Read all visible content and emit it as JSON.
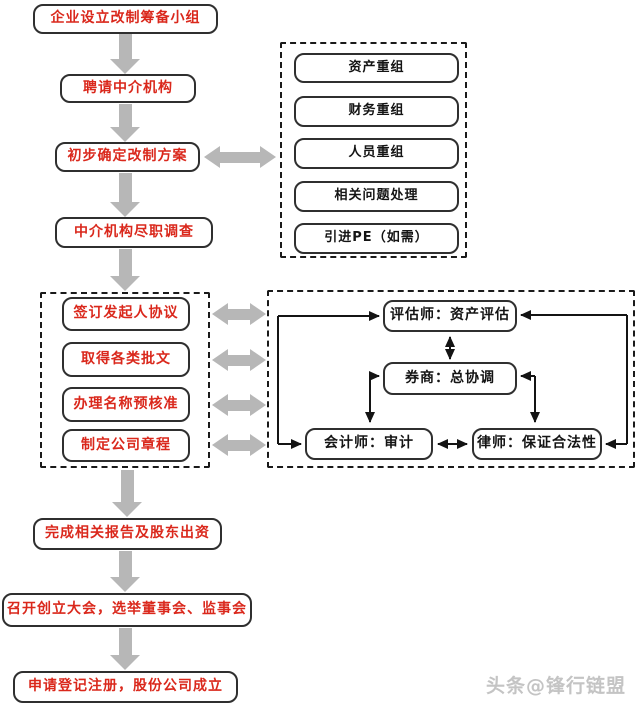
{
  "colors": {
    "red-text": "#da281c",
    "box-border": "#2f2f2f",
    "arrow-gray": "#b7b7b7",
    "line-black": "#141414",
    "watermark-gray": "#c4c4c4"
  },
  "flow_steps": {
    "preparation_group": "企业设立改制筹备小组",
    "hire_intermediary": "聘请中介机构",
    "draft_plan": "初步确定改制方案",
    "due_diligence": "中介机构尽职调查",
    "reports_funding": "完成相关报告及股东出资",
    "founding_meeting": "召开创立大会，选举董事会、监事会",
    "registration": "申请登记注册，股份公司成立"
  },
  "restructuring_panel": {
    "items": [
      "资产重组",
      "财务重组",
      "人员重组",
      "相关问题处理",
      "引进PE（如需）"
    ]
  },
  "preparation_panel": {
    "items": [
      "签订发起人协议",
      "取得各类批文",
      "办理名称预核准",
      "制定公司章程"
    ]
  },
  "intermediary_panel": {
    "appraiser": "评估师：资产评估",
    "broker": "券商：总协调",
    "accountant": "会计师：审计",
    "lawyer": "律师：保证合法性"
  },
  "watermark": "头条@锋行链盟"
}
